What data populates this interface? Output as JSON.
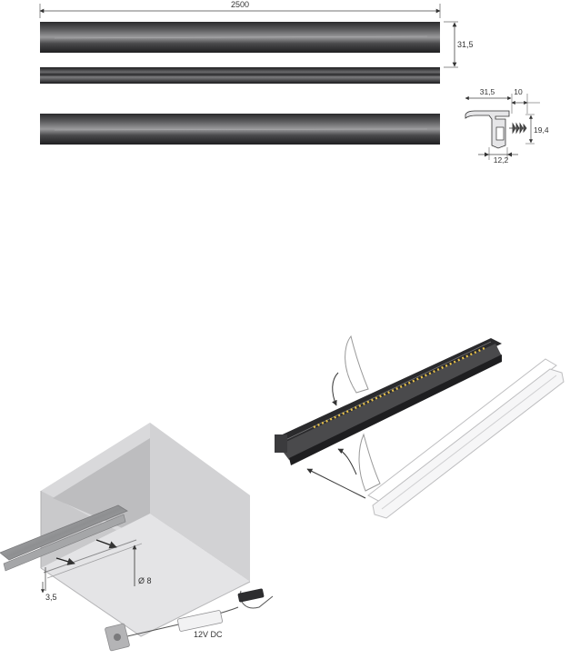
{
  "dimensions": {
    "length": "2500",
    "height": "31,5",
    "profile_width": "31,5",
    "profile_flange": "10",
    "profile_depth": "19,4",
    "profile_base": "12,2",
    "recess_depth": "3,5",
    "hole_diameter": "Ø 8"
  },
  "install": {
    "power_label": "12V DC"
  },
  "colors": {
    "profile_dark": "#3a3a3c",
    "profile_light": "#8a8a8c",
    "cabinet_side": "#cfcfd1",
    "cabinet_front": "#dedee0",
    "cabinet_inner": "#b8b8ba",
    "dimension_line": "#444444"
  }
}
